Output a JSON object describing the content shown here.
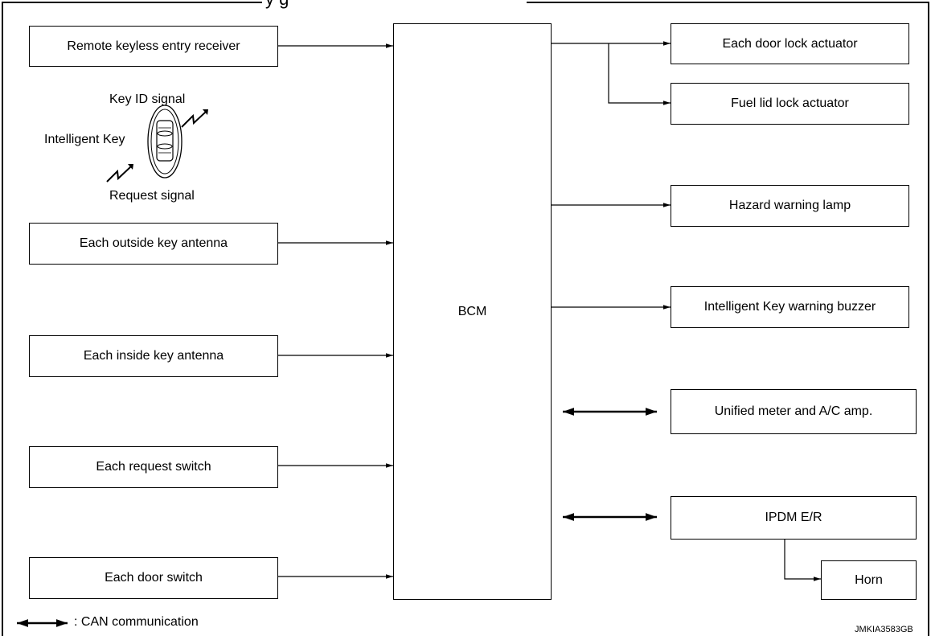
{
  "title_fragment": "y          g",
  "inputs": {
    "remote_keyless": "Remote keyless entry receiver",
    "outside_antenna": "Each outside key antenna",
    "inside_antenna": "Each inside key antenna",
    "request_switch": "Each request switch",
    "door_switch": "Each door switch"
  },
  "intelligent_key": {
    "key_label": "Intelligent Key",
    "key_id_signal": "Key ID signal",
    "request_signal": "Request signal"
  },
  "center": {
    "bcm": "BCM"
  },
  "outputs": {
    "door_lock_actuator": "Each door lock actuator",
    "fuel_lid_actuator": "Fuel lid lock actuator",
    "hazard_lamp": "Hazard warning lamp",
    "warning_buzzer": "Intelligent Key warning buzzer",
    "meter_ac": "Unified meter and A/C amp.",
    "ipdm": "IPDM E/R",
    "horn": "Horn"
  },
  "legend": {
    "can": ": CAN communication"
  },
  "figure_code": "JMKIA3583GB"
}
